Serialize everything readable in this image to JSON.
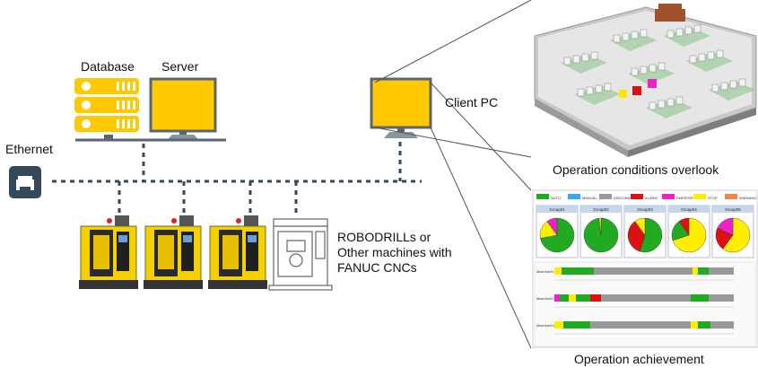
{
  "labels": {
    "database": "Database",
    "server": "Server",
    "client_pc": "Client PC",
    "ethernet": "Ethernet",
    "machines_line1": "ROBODRILLs or",
    "machines_line2": "Other machines with",
    "machines_line3": "FANUC CNCs",
    "overlook_caption": "Operation conditions overlook",
    "achievement_caption": "Operation achievement"
  },
  "legend": [
    {
      "label": "AUTO",
      "color": "#22aa22"
    },
    {
      "label": "MANUAL",
      "color": "#33aaee"
    },
    {
      "label": "DISCONNECT",
      "color": "#999999"
    },
    {
      "label": "ALARM",
      "color": "#dd1111"
    },
    {
      "label": "EMERGENCY",
      "color": "#ee22cc"
    },
    {
      "label": "STOP",
      "color": "#ffee00"
    },
    {
      "label": "WARNING",
      "color": "#ee8844"
    }
  ],
  "groups": [
    {
      "name": "Group01"
    },
    {
      "name": "Group02"
    },
    {
      "name": "Group03"
    },
    {
      "name": "Group04"
    },
    {
      "name": "Group05"
    }
  ],
  "timeline_rows": [
    {
      "name": "Machine01"
    },
    {
      "name": "Machine02"
    },
    {
      "name": "Machine03"
    }
  ],
  "colors": {
    "device_yellow": "#ffc800",
    "device_outline": "#5a6670",
    "network_dot": "#34495a",
    "machine_yellow": "#f5d000"
  }
}
